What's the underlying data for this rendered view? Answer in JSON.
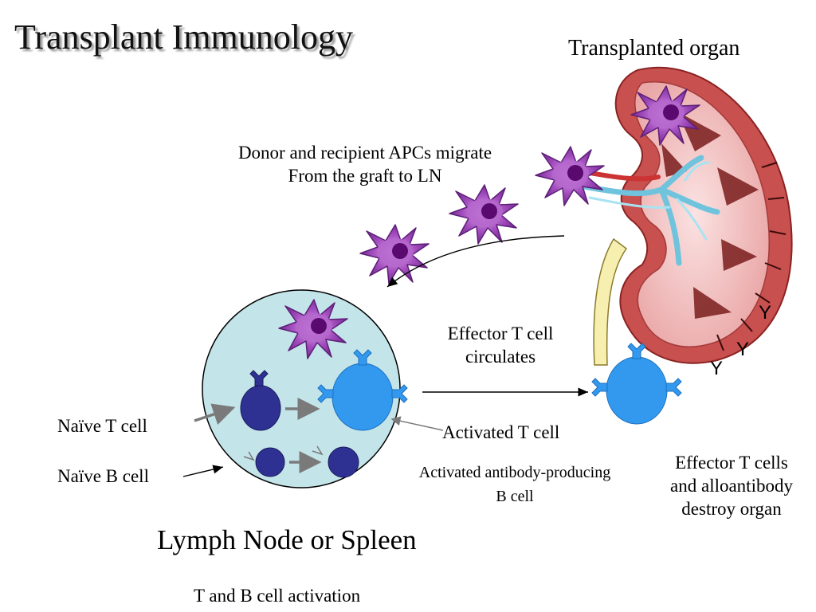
{
  "title": "Transplant Immunology",
  "labels": {
    "transplanted_organ": "Transplanted organ",
    "apc_migration_line1": "Donor and recipient APCs migrate",
    "apc_migration_line2": "From the graft to LN",
    "effector_circulates_line1": "Effector T cell",
    "effector_circulates_line2": "circulates",
    "naive_t_cell": "Naïve T cell",
    "naive_b_cell": "Naïve B cell",
    "activated_t_cell": "Activated T cell",
    "activated_b_cell_line1": "Activated antibody-producing",
    "activated_b_cell_line2": "B cell",
    "destroy_line1": "Effector T cells",
    "destroy_line2": "and alloantibody",
    "destroy_line3": "destroy organ",
    "lymph_node": "Lymph Node or Spleen",
    "activation": "T and B cell activation"
  },
  "antibody_glyphs": [
    "Y",
    "Y",
    "Y"
  ],
  "colors": {
    "lymph_node_fill": "#c3e4e8",
    "apc_purple": "#9b44b4",
    "naive_cell_navy": "#2e3192",
    "activated_t_blue": "#3399ee",
    "kidney_outer": "#d86a6a",
    "kidney_inner": "#f3c3c3",
    "ureter": "#f7efb0",
    "vessel": "#9fd8ea"
  }
}
